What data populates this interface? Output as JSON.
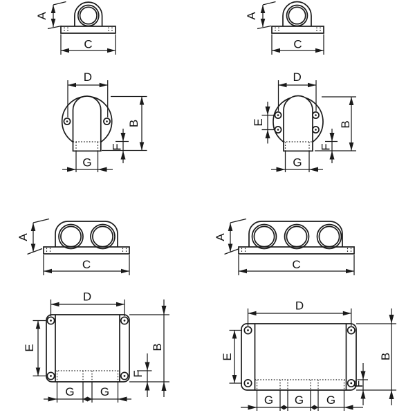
{
  "drawing": {
    "background": "#ffffff",
    "line_color": "#1a1a1a",
    "description": "Technical dimension drawing sheet with four clamp-bracket variants, each in front view and plan view",
    "views": {
      "q1": {
        "name": "single-hole-clamp",
        "front": {
          "a": "A",
          "c": "C"
        },
        "plan": {
          "d": "D",
          "b": "B",
          "f": "F",
          "g": [
            "G"
          ]
        }
      },
      "q2": {
        "name": "single-hole-clamp-4-screw",
        "front": {
          "a": "A",
          "c": "C"
        },
        "plan": {
          "d": "D",
          "e": "E",
          "b": "B",
          "f": "F",
          "g": [
            "G"
          ]
        }
      },
      "q3": {
        "name": "double-hole-clamp",
        "front": {
          "a": "A",
          "c": "C"
        },
        "plan": {
          "d": "D",
          "e": "E",
          "b": "B",
          "f": "F",
          "g": [
            "G",
            "G"
          ]
        }
      },
      "q4": {
        "name": "triple-hole-clamp",
        "front": {
          "a": "A",
          "c": "C"
        },
        "plan": {
          "d": "D",
          "e": "E",
          "b": "B",
          "f": "F",
          "g": [
            "G",
            "G",
            "G"
          ]
        }
      }
    }
  }
}
